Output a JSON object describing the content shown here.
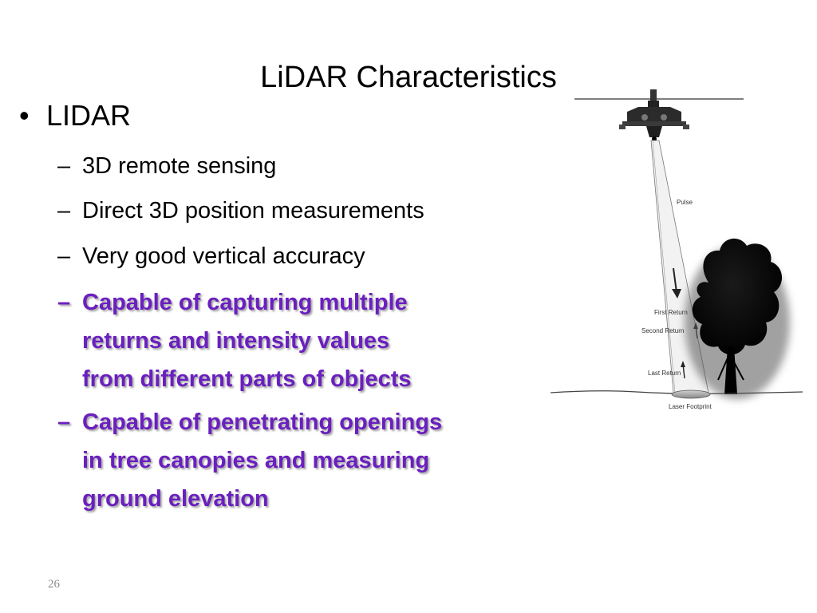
{
  "slide": {
    "title": "LiDAR Characteristics",
    "main_bullet": "LIDAR",
    "sub_items": [
      {
        "dash": "–",
        "lines": [
          "3D remote sensing"
        ]
      },
      {
        "dash": "–",
        "lines": [
          "Direct 3D position measurements"
        ]
      },
      {
        "dash": "–",
        "lines": [
          "Very good vertical accuracy"
        ]
      },
      {
        "dash": "–",
        "lines": [
          "Capable of capturing multiple",
          "returns and intensity values",
          "from different parts of objects"
        ]
      },
      {
        "dash": "–",
        "lines": [
          "Capable of penetrating openings",
          "in tree canopies and measuring",
          "ground elevation"
        ]
      }
    ],
    "highlight_color": "#6a1fbf",
    "page_number": "26"
  },
  "figure": {
    "labels": {
      "pulse": "Pulse",
      "first_return": "First Return",
      "second_return": "Second Return",
      "last_return": "Last Return",
      "footprint": "Laser Footprint"
    }
  }
}
